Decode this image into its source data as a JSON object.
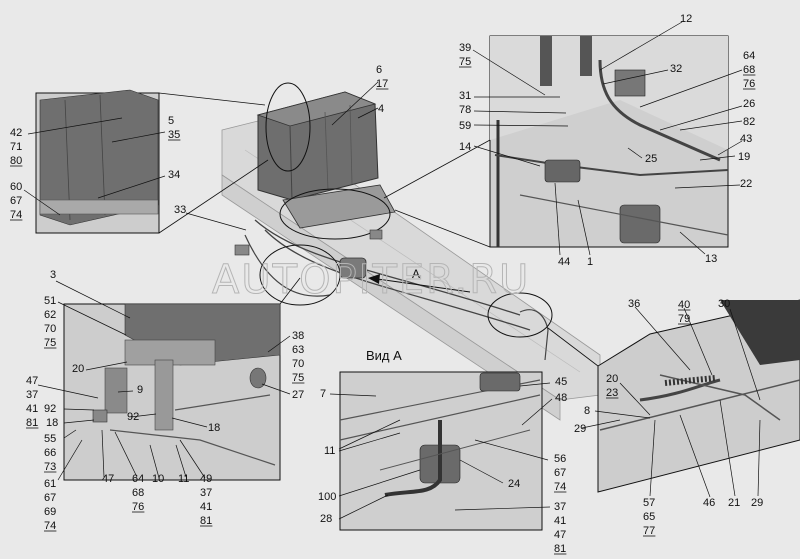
{
  "watermark": "AUTOPITER.RU",
  "view_a_label": "Вид А",
  "arrow_label": "A",
  "callouts": [
    {
      "key": "6",
      "text": "6"
    },
    {
      "key": "17",
      "text": "17"
    },
    {
      "key": "4",
      "text": "4"
    },
    {
      "key": "42",
      "text": "42"
    },
    {
      "key": "71",
      "text": "71"
    },
    {
      "key": "80",
      "text": "80"
    },
    {
      "key": "5",
      "text": "5"
    },
    {
      "key": "35",
      "text": "35"
    },
    {
      "key": "34",
      "text": "34"
    },
    {
      "key": "60",
      "text": "60"
    },
    {
      "key": "67a",
      "text": "67"
    },
    {
      "key": "74a",
      "text": "74"
    },
    {
      "key": "33",
      "text": "33"
    },
    {
      "key": "12",
      "text": "12"
    },
    {
      "key": "39",
      "text": "39"
    },
    {
      "key": "75a",
      "text": "75"
    },
    {
      "key": "32",
      "text": "32"
    },
    {
      "key": "64",
      "text": "64"
    },
    {
      "key": "68",
      "text": "68"
    },
    {
      "key": "76",
      "text": "76"
    },
    {
      "key": "31",
      "text": "31"
    },
    {
      "key": "78",
      "text": "78"
    },
    {
      "key": "59",
      "text": "59"
    },
    {
      "key": "26",
      "text": "26"
    },
    {
      "key": "82",
      "text": "82"
    },
    {
      "key": "43",
      "text": "43"
    },
    {
      "key": "14",
      "text": "14"
    },
    {
      "key": "25",
      "text": "25"
    },
    {
      "key": "19",
      "text": "19"
    },
    {
      "key": "22",
      "text": "22"
    },
    {
      "key": "44",
      "text": "44"
    },
    {
      "key": "1",
      "text": "1"
    },
    {
      "key": "13",
      "text": "13"
    },
    {
      "key": "3",
      "text": "3"
    },
    {
      "key": "51",
      "text": "51"
    },
    {
      "key": "62",
      "text": "62"
    },
    {
      "key": "70a",
      "text": "70"
    },
    {
      "key": "75b",
      "text": "75"
    },
    {
      "key": "38",
      "text": "38"
    },
    {
      "key": "63",
      "text": "63"
    },
    {
      "key": "70b",
      "text": "70"
    },
    {
      "key": "75c",
      "text": "75"
    },
    {
      "key": "20a",
      "text": "20"
    },
    {
      "key": "47a",
      "text": "47"
    },
    {
      "key": "37a",
      "text": "37"
    },
    {
      "key": "41a",
      "text": "41"
    },
    {
      "key": "81a",
      "text": "81"
    },
    {
      "key": "9",
      "text": "9"
    },
    {
      "key": "27",
      "text": "27"
    },
    {
      "key": "92a",
      "text": "92"
    },
    {
      "key": "18a",
      "text": "18"
    },
    {
      "key": "92b",
      "text": "92"
    },
    {
      "key": "18b",
      "text": "18"
    },
    {
      "key": "55",
      "text": "55"
    },
    {
      "key": "66",
      "text": "66"
    },
    {
      "key": "73",
      "text": "73"
    },
    {
      "key": "47b",
      "text": "47"
    },
    {
      "key": "64b",
      "text": "64"
    },
    {
      "key": "68b",
      "text": "68"
    },
    {
      "key": "76b",
      "text": "76"
    },
    {
      "key": "10",
      "text": "10"
    },
    {
      "key": "11a",
      "text": "11"
    },
    {
      "key": "49",
      "text": "49"
    },
    {
      "key": "37b",
      "text": "37"
    },
    {
      "key": "41b",
      "text": "41"
    },
    {
      "key": "81b",
      "text": "81"
    },
    {
      "key": "61",
      "text": "61"
    },
    {
      "key": "67b",
      "text": "67"
    },
    {
      "key": "69",
      "text": "69"
    },
    {
      "key": "74b",
      "text": "74"
    },
    {
      "key": "7",
      "text": "7"
    },
    {
      "key": "45",
      "text": "45"
    },
    {
      "key": "48",
      "text": "48"
    },
    {
      "key": "11b",
      "text": "11"
    },
    {
      "key": "100",
      "text": "100"
    },
    {
      "key": "24",
      "text": "24"
    },
    {
      "key": "28",
      "text": "28"
    },
    {
      "key": "56",
      "text": "56"
    },
    {
      "key": "67c",
      "text": "67"
    },
    {
      "key": "74c",
      "text": "74"
    },
    {
      "key": "37c",
      "text": "37"
    },
    {
      "key": "41c",
      "text": "41"
    },
    {
      "key": "47c",
      "text": "47"
    },
    {
      "key": "81c",
      "text": "81"
    },
    {
      "key": "36",
      "text": "36"
    },
    {
      "key": "40",
      "text": "40"
    },
    {
      "key": "79",
      "text": "79"
    },
    {
      "key": "30",
      "text": "30"
    },
    {
      "key": "20b",
      "text": "20"
    },
    {
      "key": "23",
      "text": "23"
    },
    {
      "key": "8",
      "text": "8"
    },
    {
      "key": "29a",
      "text": "29"
    },
    {
      "key": "57",
      "text": "57"
    },
    {
      "key": "65",
      "text": "65"
    },
    {
      "key": "77",
      "text": "77"
    },
    {
      "key": "46",
      "text": "46"
    },
    {
      "key": "21",
      "text": "21"
    },
    {
      "key": "29b",
      "text": "29"
    }
  ]
}
